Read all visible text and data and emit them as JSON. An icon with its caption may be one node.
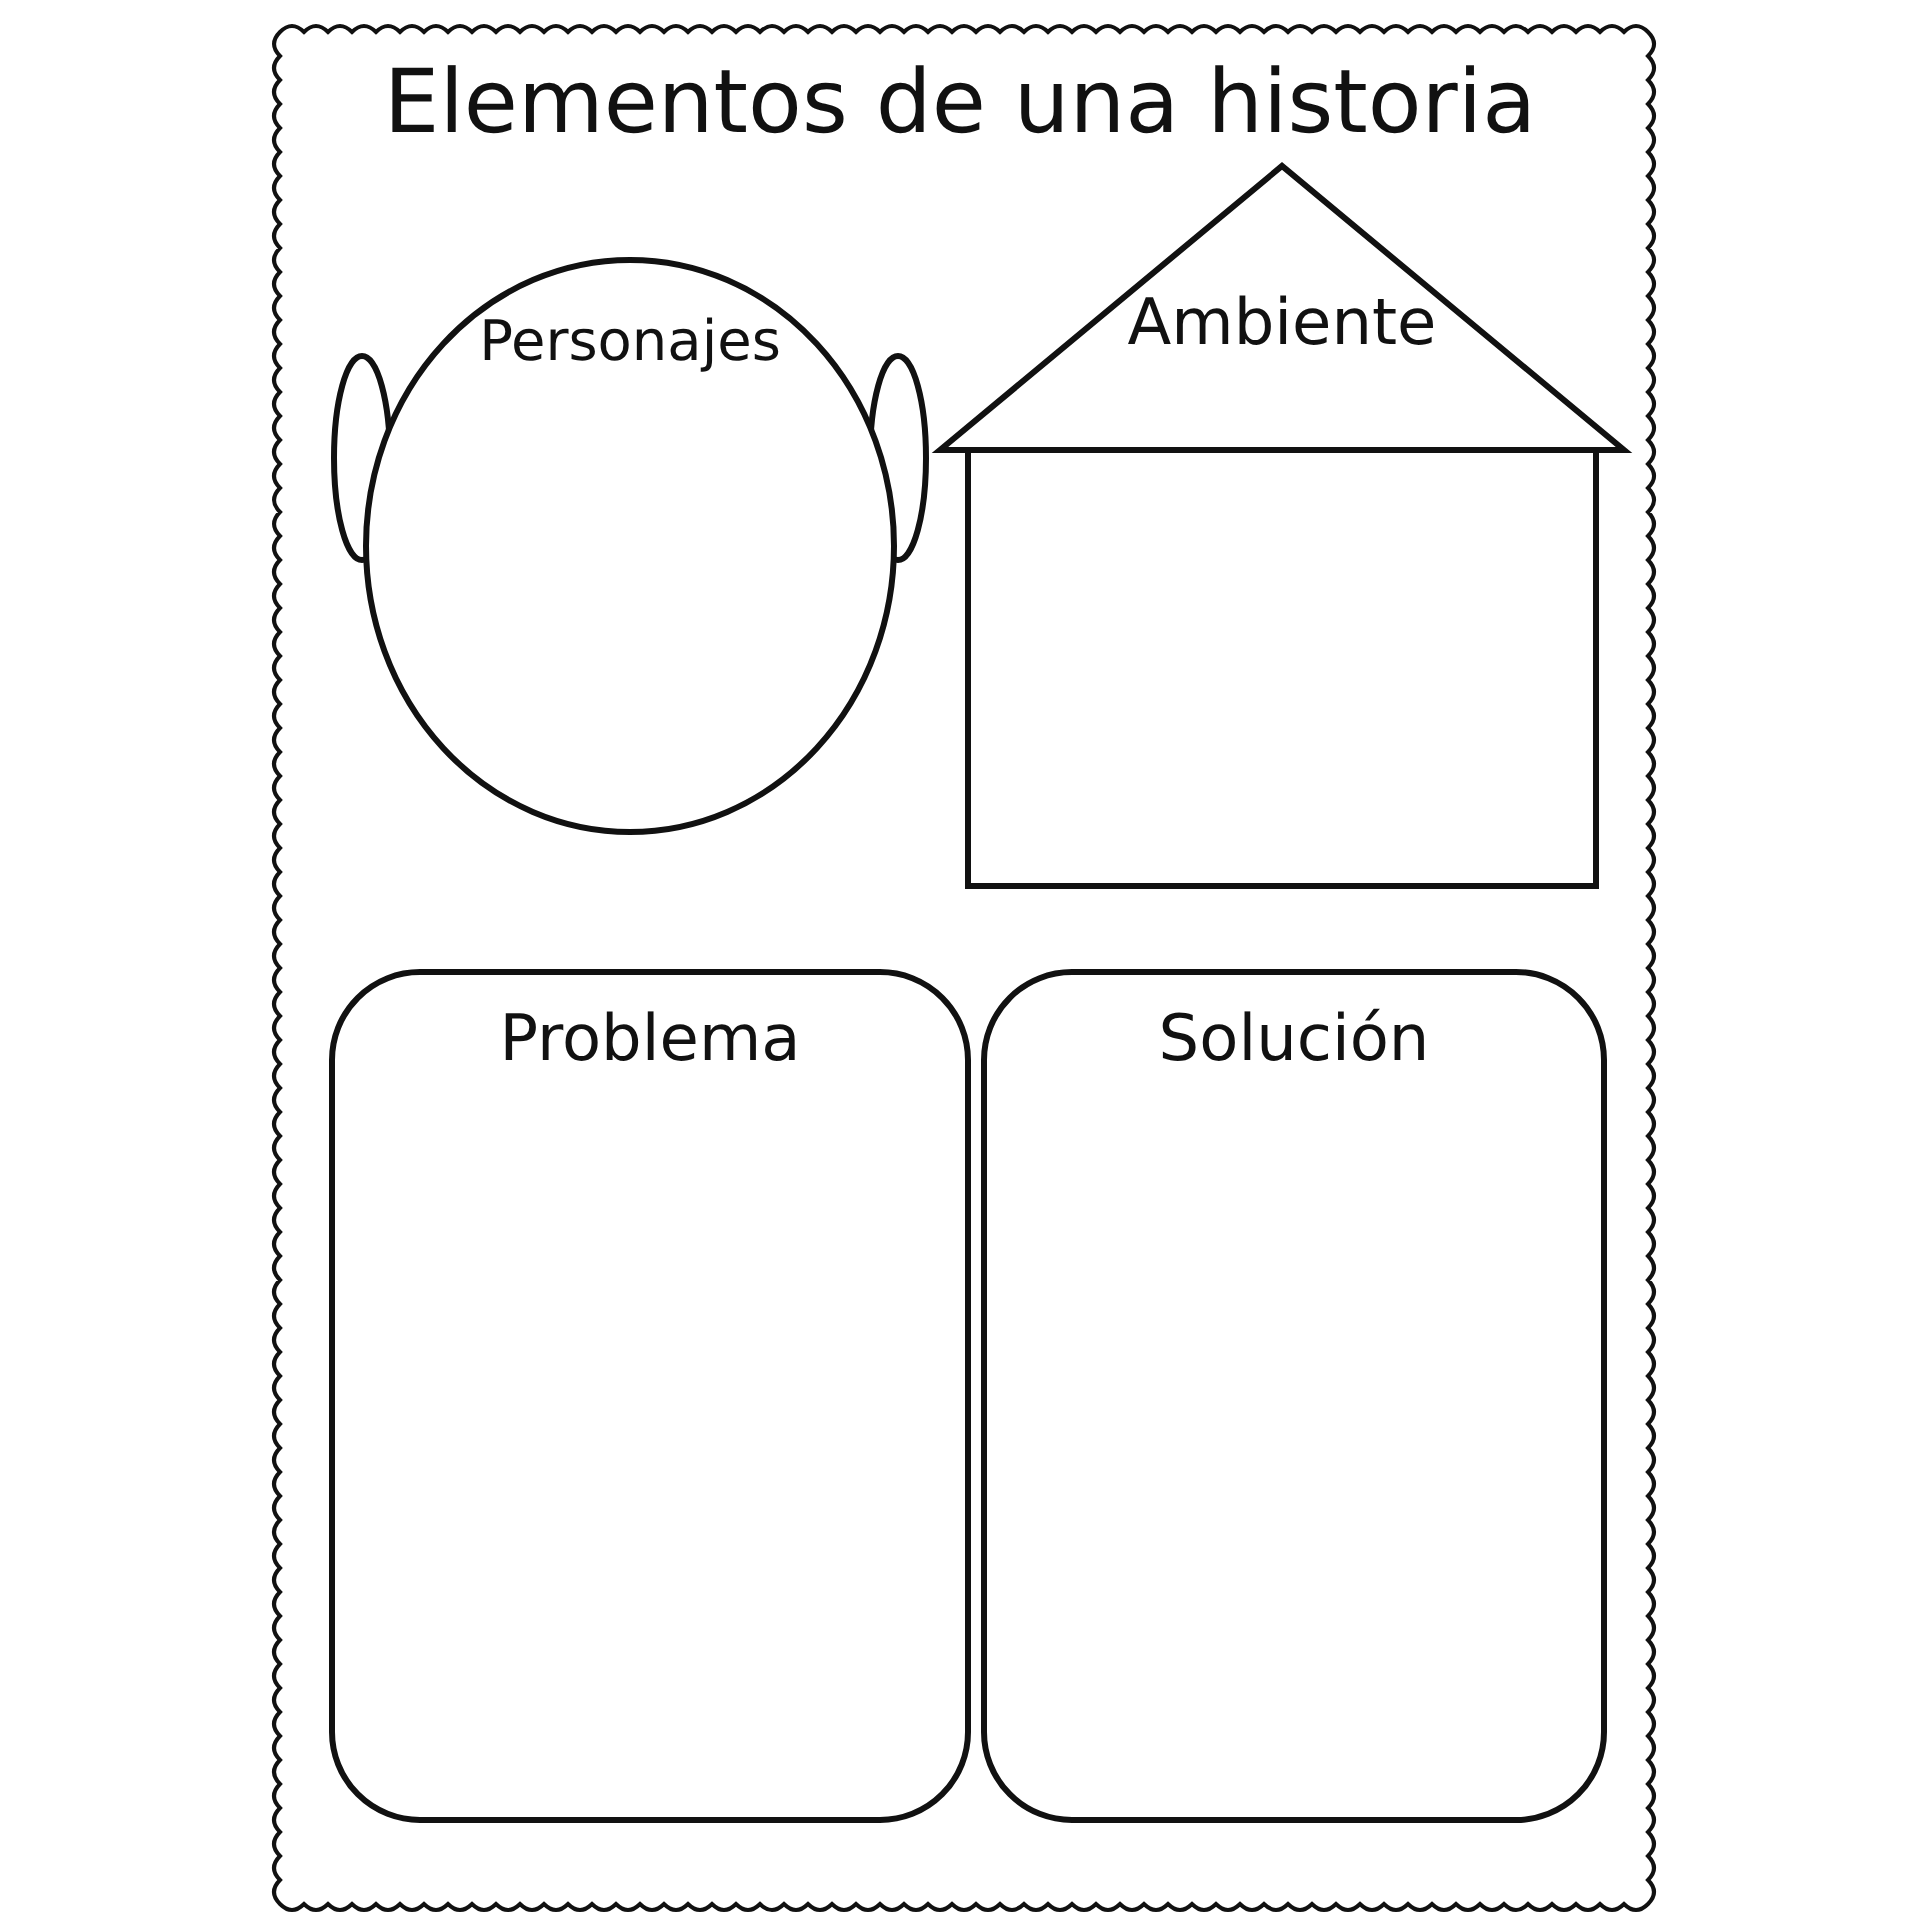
{
  "diagram": {
    "title": "Elementos de una historia",
    "nodes": [
      {
        "text": [
          "Personajes"
        ]
      },
      {
        "text": [
          "Ambiente"
        ]
      },
      {
        "text": [
          "Problema"
        ]
      },
      {
        "text": [
          "Solución"
        ]
      }
    ]
  }
}
